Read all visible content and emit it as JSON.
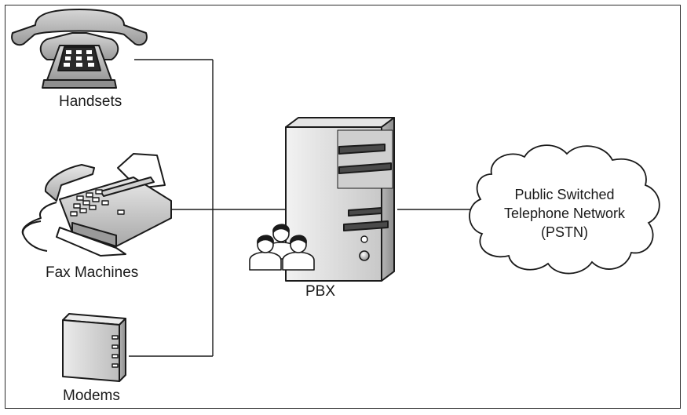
{
  "nodes": {
    "handsets": "Handsets",
    "fax_machines": "Fax Machines",
    "modems": "Modems",
    "pbx": "PBX"
  },
  "cloud": {
    "line1": "Public Switched",
    "line2": "Telephone Network",
    "line3": "(PSTN)"
  }
}
